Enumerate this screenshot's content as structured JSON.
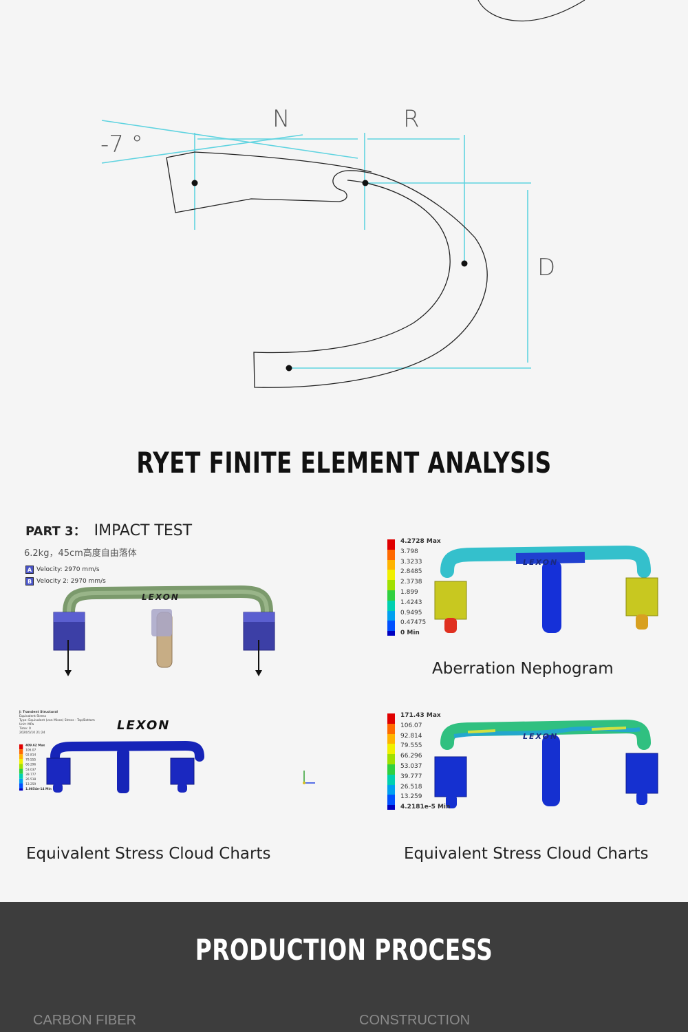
{
  "drawing": {
    "angle_label": "-7 °",
    "dim_n": "N",
    "dim_r": "R",
    "dim_d": "D"
  },
  "fea": {
    "title": "RYET FINITE ELEMENT ANALYSIS",
    "impact": {
      "part_label": "PART 3：",
      "test_label": "IMPACT TEST",
      "subtitle": "6.2kg，45cm高度自由落体",
      "velocity_a_tag": "A",
      "velocity_a": "Velocity: 2970 mm/s",
      "velocity_b_tag": "B",
      "velocity_b": "Velocity 2: 2970 mm/s",
      "brand": "LEXON"
    },
    "deformation": {
      "legend": [
        "4.2728 Max",
        "3.798",
        "3.3233",
        "2.8485",
        "2.3738",
        "1.899",
        "1.4243",
        "0.9495",
        "0.47475",
        "0 Min"
      ],
      "caption": "Aberration Nephogram",
      "brand": "LEXON"
    },
    "stress_left": {
      "info": [
        "J: Transient Structural",
        "Equivalent Stress",
        "Type: Equivalent (von Mises) Stress - Top/Bottom",
        "Unit: MPa",
        "Time: 0",
        "2020/5/10 21:24"
      ],
      "legend": [
        "409.62 Max",
        "106.07",
        "92.814",
        "79.555",
        "66.296",
        "53.037",
        "39.777",
        "26.518",
        "13.259",
        "1.0854e-14 Min"
      ],
      "brand": "LEXON",
      "caption": "Equivalent Stress Cloud Charts"
    },
    "stress_right": {
      "legend": [
        "171.43 Max",
        "106.07",
        "92.814",
        "79.555",
        "66.296",
        "53.037",
        "39.777",
        "26.518",
        "13.259",
        "4.2181e-5 Min"
      ],
      "brand": "LEXON",
      "caption": "Equivalent Stress Cloud Charts"
    },
    "scale_colors": [
      "#e00000",
      "#ff6a00",
      "#ffb400",
      "#f0f000",
      "#a0e000",
      "#30d040",
      "#00d0b0",
      "#00a0f0",
      "#0050ff",
      "#0000c0"
    ]
  },
  "production": {
    "title": "PRODUCTION PROCESS",
    "label_left": "CARBON FIBER",
    "label_right": "CONSTRUCTION"
  }
}
